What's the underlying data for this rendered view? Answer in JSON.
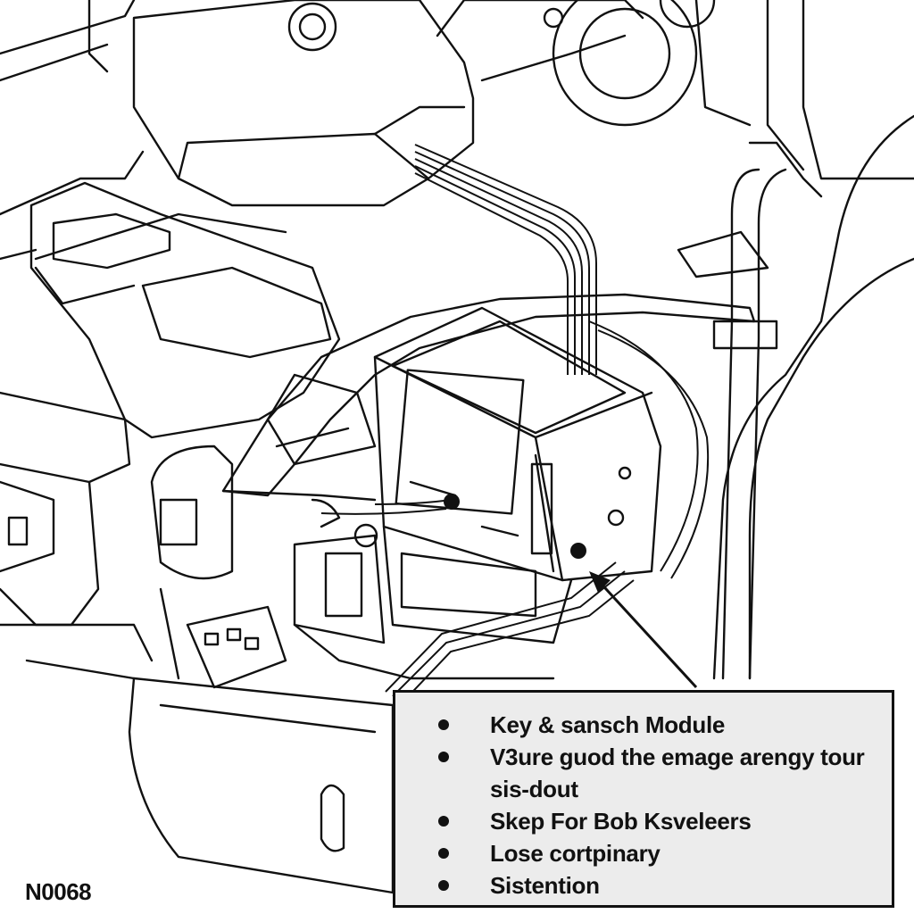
{
  "figure": {
    "id_label": "N0068"
  },
  "legend": {
    "items": [
      {
        "text": "Key & sansch Module"
      },
      {
        "text": "V3ure guod the emage arengy tour sis-dout"
      },
      {
        "text": "Skep For Bob Ksveleers"
      },
      {
        "text": "Lose cortpinary"
      },
      {
        "text": "Sistention"
      }
    ]
  },
  "colors": {
    "line": "#111111",
    "legend_background": "#ececec",
    "page": "#ffffff"
  }
}
